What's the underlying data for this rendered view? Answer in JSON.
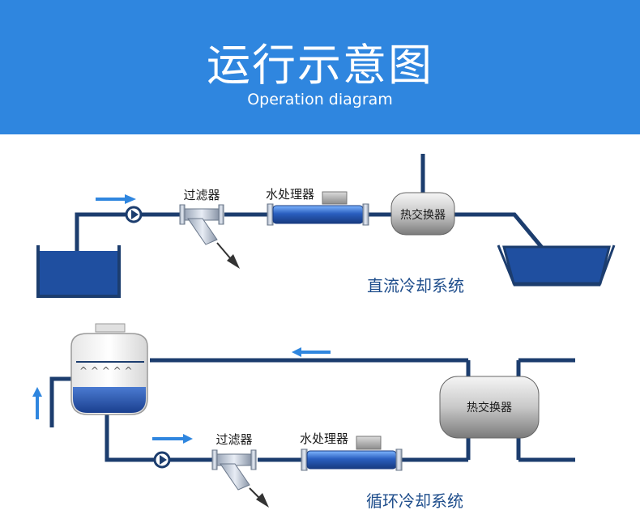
{
  "header": {
    "title": "运行示意图",
    "subtitle": "Operation diagram"
  },
  "direct_system": {
    "name": "直流冷却系统",
    "filter_label": "过滤器",
    "water_treatment_label": "水处理器",
    "heat_exchanger_label": "热交换器"
  },
  "circulating_system": {
    "name": "循环冷却系统",
    "filter_label": "过滤器",
    "water_treatment_label": "水处理器",
    "heat_exchanger_label": "热交换器"
  },
  "colors": {
    "header_bg": "#2f86df",
    "pipe": "#1c3d6e",
    "water": "#1f4fa0",
    "flow_arrow": "#2f86df",
    "system_label": "#1f4e8c"
  }
}
